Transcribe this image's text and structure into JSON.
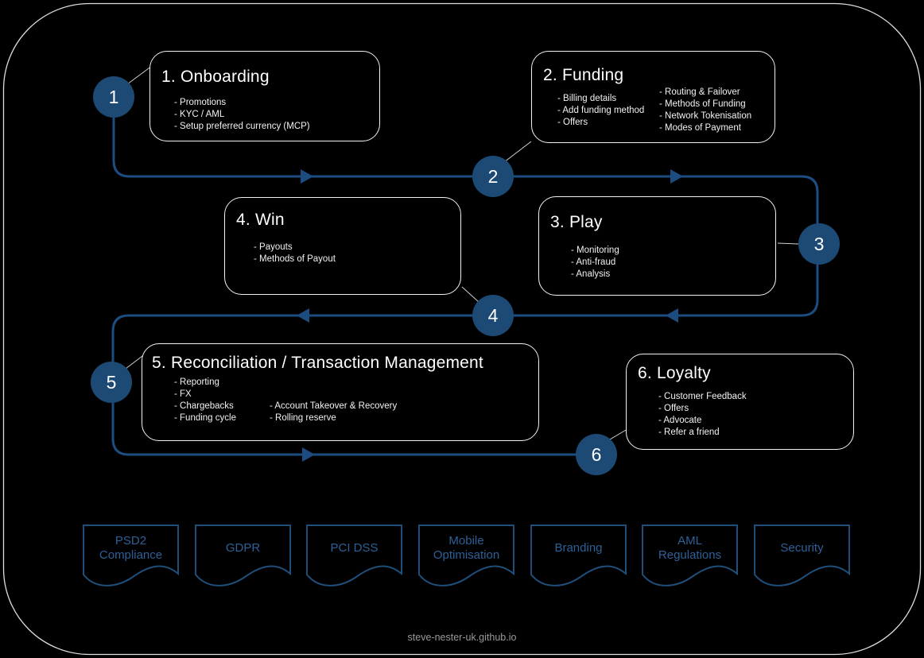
{
  "diagram": {
    "footer": "steve-nester-uk.github.io",
    "colors": {
      "background": "#000000",
      "accent_blue": "#1f4e79",
      "flow_line": "#1d4d80",
      "circle_fill": "#1d4a74",
      "box_border": "#f2f2f2",
      "ribbon_text": "#2e6097",
      "footer_text": "#9a9a9a"
    }
  },
  "stages": [
    {
      "number": "1",
      "title": "1. Onboarding",
      "items": [
        "- Promotions",
        "- KYC / AML",
        "- Setup preferred currency (MCP)"
      ]
    },
    {
      "number": "2",
      "title": "2. Funding",
      "items_left": [
        "- Billing details",
        "- Add funding method",
        "- Offers"
      ],
      "items_right": [
        "- Routing & Failover",
        "- Methods of Funding",
        "- Network Tokenisation",
        "- Modes of Payment"
      ]
    },
    {
      "number": "3",
      "title": "3. Play",
      "items": [
        "- Monitoring",
        "- Anti-fraud",
        "- Analysis"
      ]
    },
    {
      "number": "4",
      "title": "4. Win",
      "items": [
        "- Payouts",
        "- Methods of Payout"
      ]
    },
    {
      "number": "5",
      "title": "5. Reconciliation / Transaction Management",
      "items_left": [
        "- Reporting",
        "- FX",
        "- Chargebacks",
        "- Funding cycle"
      ],
      "items_right": [
        "- Account Takeover & Recovery",
        "- Rolling reserve"
      ]
    },
    {
      "number": "6",
      "title": "6. Loyalty",
      "items": [
        "- Customer Feedback",
        "- Offers",
        "- Advocate",
        "- Refer a friend"
      ]
    }
  ],
  "ribbons": [
    {
      "label": "PSD2 Compliance"
    },
    {
      "label": "GDPR"
    },
    {
      "label": "PCI DSS"
    },
    {
      "label": "Mobile Optimisation"
    },
    {
      "label": "Branding"
    },
    {
      "label": "AML Regulations"
    },
    {
      "label": "Security"
    }
  ]
}
